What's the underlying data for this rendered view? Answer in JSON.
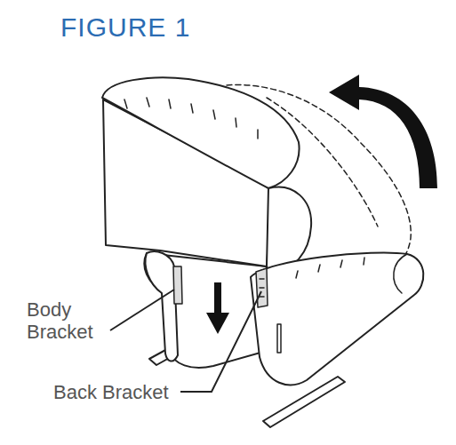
{
  "diagram": {
    "title": "FIGURE 1",
    "labels": [
      "Body Bracket",
      "Back Bracket"
    ]
  }
}
